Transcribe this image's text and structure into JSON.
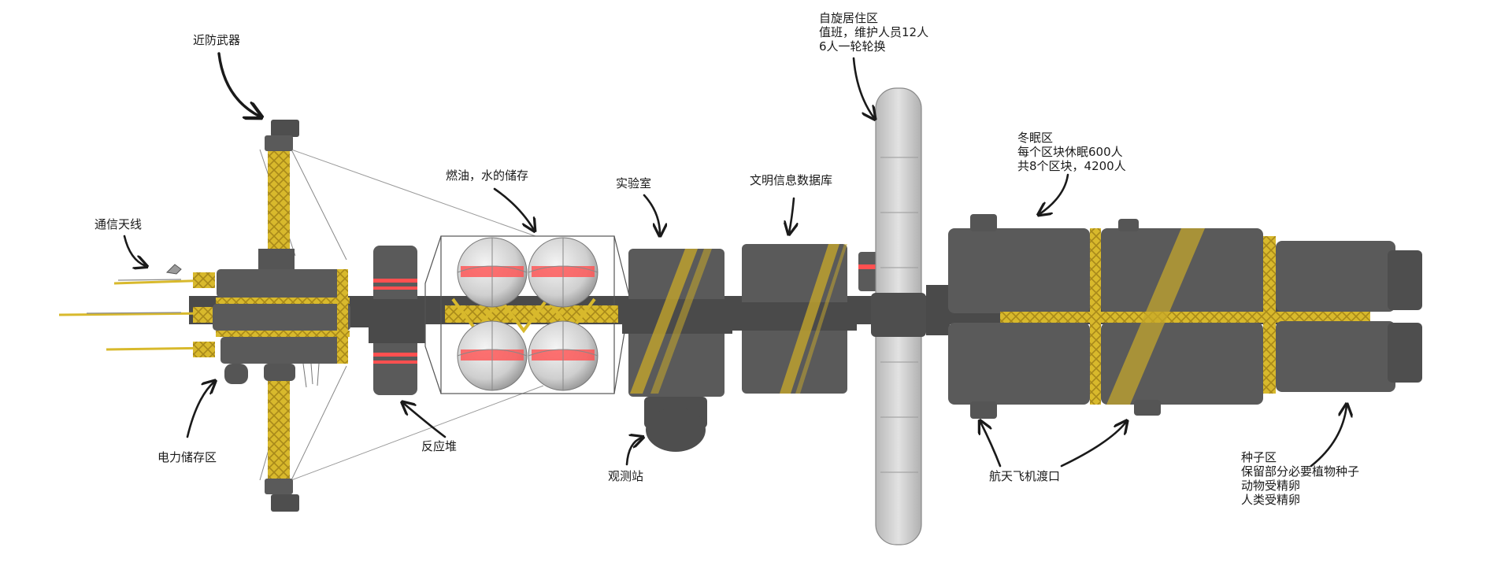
{
  "colors": {
    "module": "#5a5a5a",
    "module_edge": "#4a4a4a",
    "truss": "#d8b92c",
    "truss_dark": "#a8891a",
    "glow": "#ff5050",
    "ring": "#cfcfcf",
    "sphere": "#dcdcdc",
    "ink": "#1a1a1a"
  },
  "labels": {
    "point_defense": "近防武器",
    "comm_antenna": "通信天线",
    "power_storage": "电力储存区",
    "reactor": "反应堆",
    "fuel_water": "燃油，水的储存",
    "lab": "实验室",
    "observatory": "观测站",
    "database": "文明信息数据库",
    "habitat": [
      "自旋居住区",
      "值班，维护人员12人",
      "6人一轮轮换"
    ],
    "hibernation": [
      "冬眠区",
      "每个区块休眠600人",
      "共8个区块，4200人"
    ],
    "shuttle_dock": "航天飞机渡口",
    "seed": [
      "种子区",
      "保留部分必要植物种子",
      "动物受精卵",
      "人类受精卵"
    ]
  }
}
